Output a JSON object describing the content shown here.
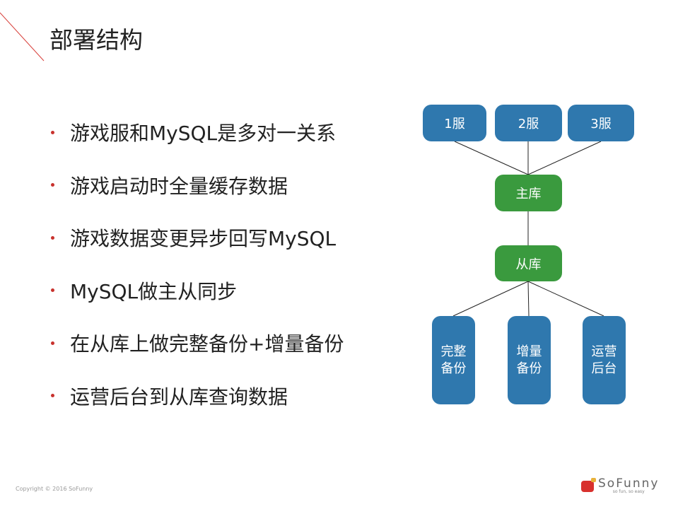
{
  "title": "部署结构",
  "bullets": [
    "游戏服和MySQL是多对一关系",
    "游戏启动时全量缓存数据",
    "游戏数据变更异步回写MySQL",
    "MySQL做主从同步",
    "在从库上做完整备份+增量备份",
    "运营后台到从库查询数据"
  ],
  "diagram": {
    "servers": [
      "1服",
      "2服",
      "3服"
    ],
    "master": "主库",
    "slave": "从库",
    "consumers": [
      [
        "完整",
        "备份"
      ],
      [
        "增量",
        "备份"
      ],
      [
        "运营",
        "后台"
      ]
    ],
    "colors": {
      "server": "#2f78ae",
      "db": "#3a9a3e",
      "accent": "#c8322d"
    }
  },
  "footer": {
    "copyright": "Copyright © 2016 SoFunny",
    "logo_text": "SoFunny",
    "logo_tagline": "so fun, so easy"
  }
}
